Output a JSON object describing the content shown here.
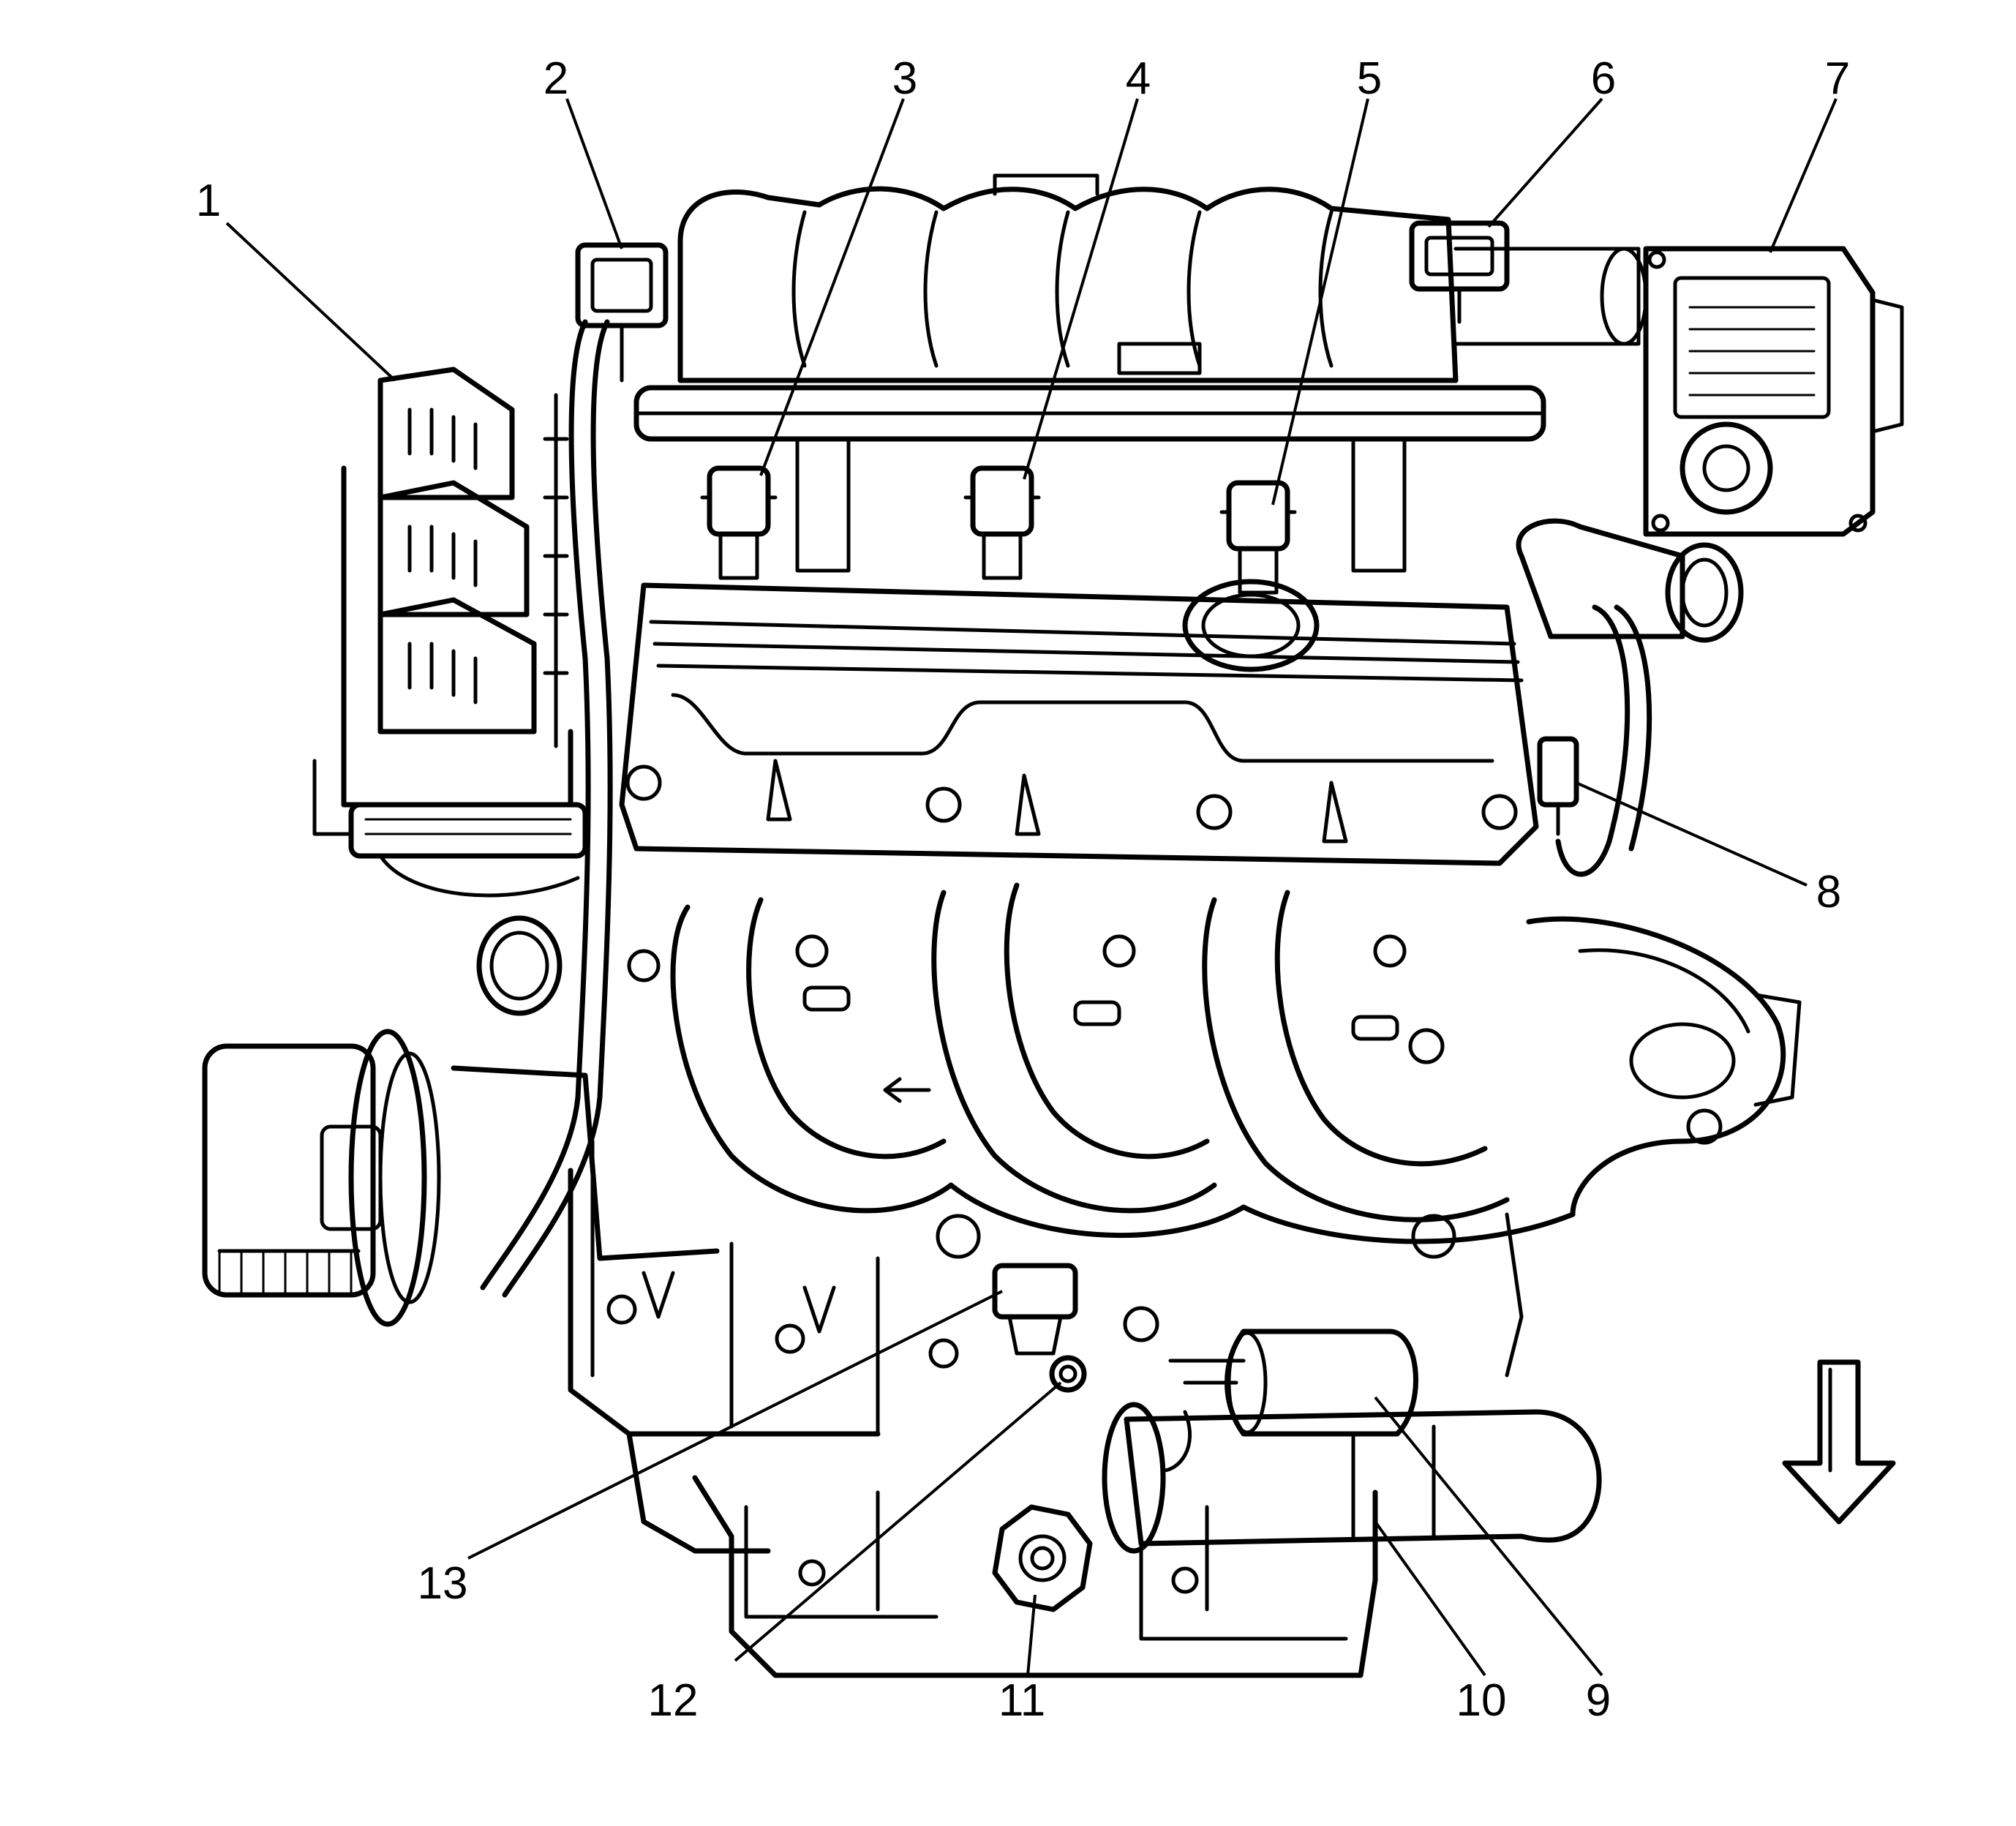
{
  "diagram": {
    "colors": {
      "ink": "#000000",
      "paper": "#ffffff"
    },
    "callouts": [
      {
        "id": 1,
        "label": "1"
      },
      {
        "id": 2,
        "label": "2"
      },
      {
        "id": 3,
        "label": "3"
      },
      {
        "id": 4,
        "label": "4"
      },
      {
        "id": 5,
        "label": "5"
      },
      {
        "id": 6,
        "label": "6"
      },
      {
        "id": 7,
        "label": "7"
      },
      {
        "id": 8,
        "label": "8"
      },
      {
        "id": 9,
        "label": "9"
      },
      {
        "id": 10,
        "label": "10"
      },
      {
        "id": 11,
        "label": "11"
      },
      {
        "id": 12,
        "label": "12"
      },
      {
        "id": 13,
        "label": "13"
      }
    ],
    "direction_arrow": {
      "icon": "down-arrow-icon"
    }
  }
}
